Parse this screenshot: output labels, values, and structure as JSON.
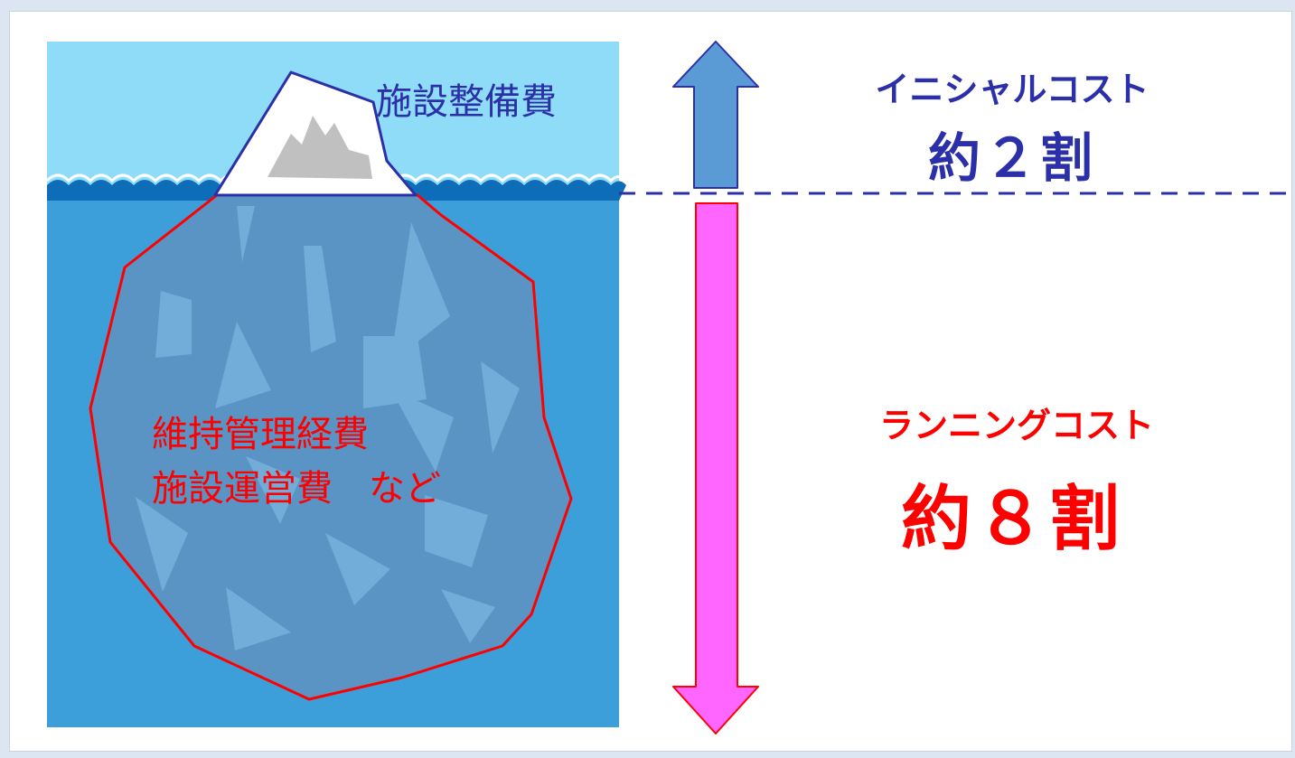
{
  "iceberg": {
    "tip_label": "施設整備費",
    "submerged_label_line1": "維持管理経費",
    "submerged_label_line2": "施設運営費　など"
  },
  "initial_cost": {
    "title": "イニシャルコスト",
    "value": "約２割"
  },
  "running_cost": {
    "title": "ランニングコスト",
    "value": "約８割"
  },
  "colors": {
    "sky": "#8fdcf9",
    "sea": "#3c9fd9",
    "initial": "#2b30a8",
    "running": "#ff0000",
    "up_arrow": "#5b9bd5",
    "down_arrow": "#ff66ff"
  }
}
